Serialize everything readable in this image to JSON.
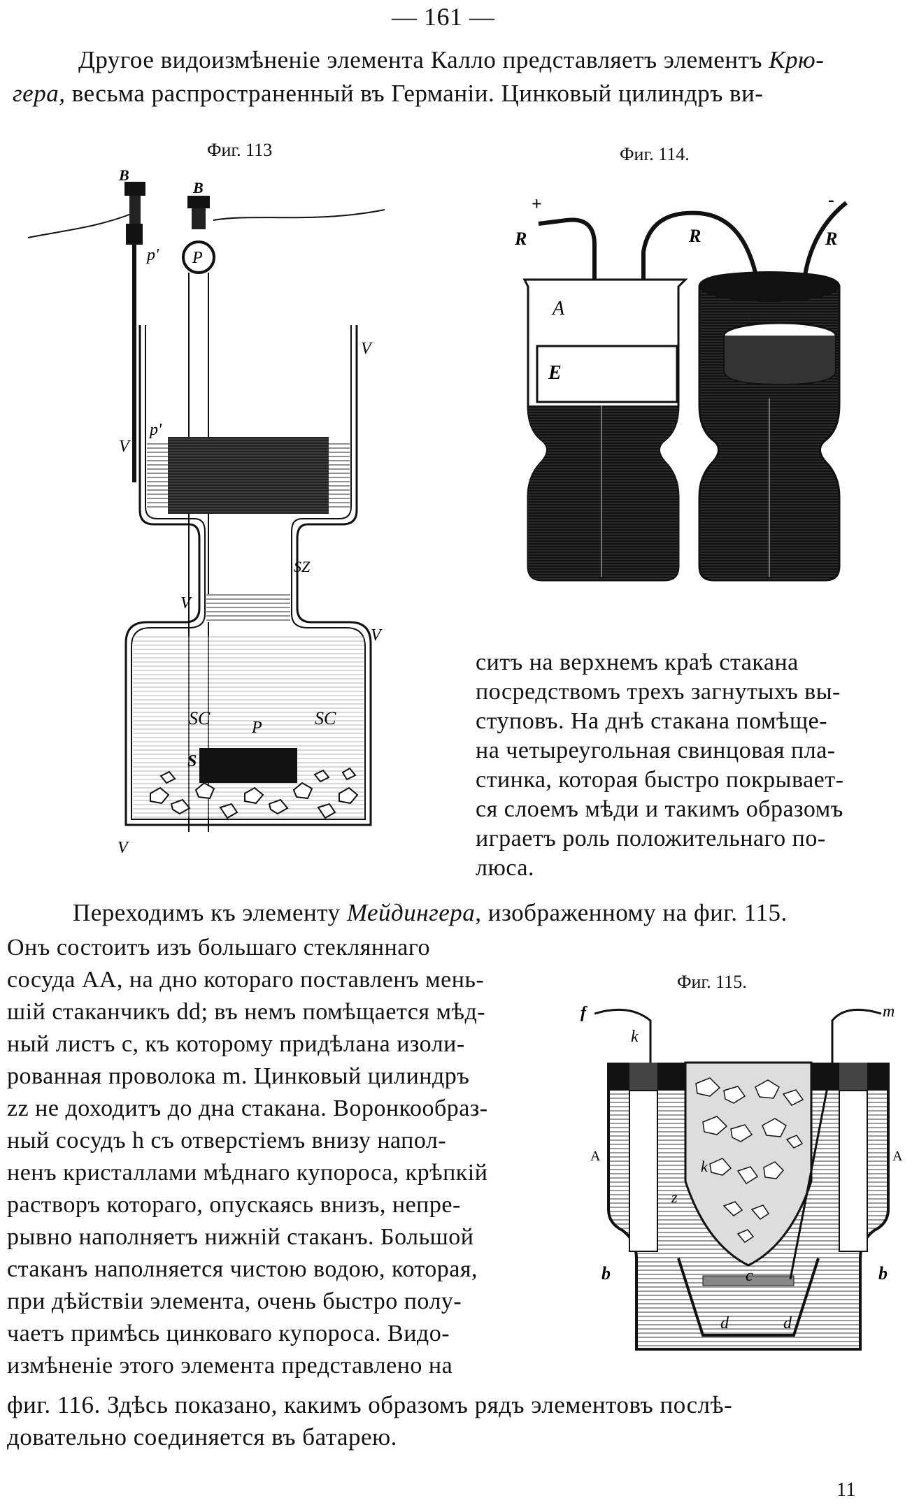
{
  "page_number": "— 161 —",
  "intro": {
    "line1_a": "Другое видоизмѣненіе элемента Калло представляетъ элементъ ",
    "line1_name": "Крю-",
    "line2_name": "гера,",
    "line2_b": " весьма распространенный въ Германіи. Цинковый цилиндръ ви-"
  },
  "figures": {
    "fig113": {
      "caption": "Фиг. 113",
      "labels": {
        "b1": "B",
        "b2": "B",
        "p_prime_top": "p'",
        "p_circle": "P",
        "v1": "V",
        "v2": "V",
        "p_prime_mid": "p'",
        "v3": "V",
        "v4": "V",
        "sz": "SZ",
        "sc1": "SC",
        "p_low": "P",
        "sc2": "SC",
        "s": "S",
        "v5": "V"
      }
    },
    "fig114": {
      "caption": "Фиг. 114.",
      "labels": {
        "plus": "+",
        "minus": "-",
        "r1": "R",
        "r2": "R",
        "r3": "R",
        "a": "A",
        "e": "E"
      }
    },
    "fig115": {
      "caption": "Фиг. 115.",
      "labels": {
        "f": "f",
        "m": "m",
        "k1": "k",
        "a1": "A",
        "a2": "A",
        "k2": "k",
        "z": "z",
        "b1": "b",
        "c": "c",
        "b2": "b",
        "d1": "d",
        "d2": "d"
      }
    }
  },
  "side_text": [
    "ситъ на верхнемъ краѣ стакана",
    "посредствомъ трехъ загнутыхъ вы-",
    "ступовъ. На днѣ стакана помѣще-",
    "на четыреугольная свинцовая пла-",
    "стинка, которая быстро покрывает-",
    "ся слоемъ мѣди и такимъ образомъ",
    "играетъ роль положительнаго по-",
    "люса."
  ],
  "meidinger": {
    "line_a": "Переходимъ къ элементу ",
    "line_name": "Мейдингера,",
    "line_b": " изображенному на фиг. 115."
  },
  "left_text": [
    "Онъ состоитъ изъ большаго стекляннаго",
    "сосуда АА, на дно котораго поставленъ мень-",
    "шій стаканчикъ dd; въ немъ помѣщается мѣд-",
    "ный листъ c, къ которому придѣлана изоли-",
    "рованная проволока m. Цинковый цилиндръ",
    "zz не доходитъ до дна стакана. Воронкообраз-",
    "ный сосудъ h съ отверстіемъ внизу напол-",
    "ненъ кристаллами мѣднаго купороса, крѣпкій",
    "растворъ котораго, опускаясь внизъ, непре-",
    "рывно наполняетъ нижній стаканъ. Большой",
    "стаканъ наполняется чистою водою, которая,",
    "при дѣйствіи элемента, очень быстро полу-",
    "чаетъ примѣсь цинковаго купороса. Видо-",
    "измѣненіе этого элемента представлено на"
  ],
  "bottom_text": [
    "фиг. 116. Здѣсь показано, какимъ образомъ рядъ элементовъ послѣ-",
    "довательно соединяется въ батарею."
  ],
  "signature_mark": "11"
}
